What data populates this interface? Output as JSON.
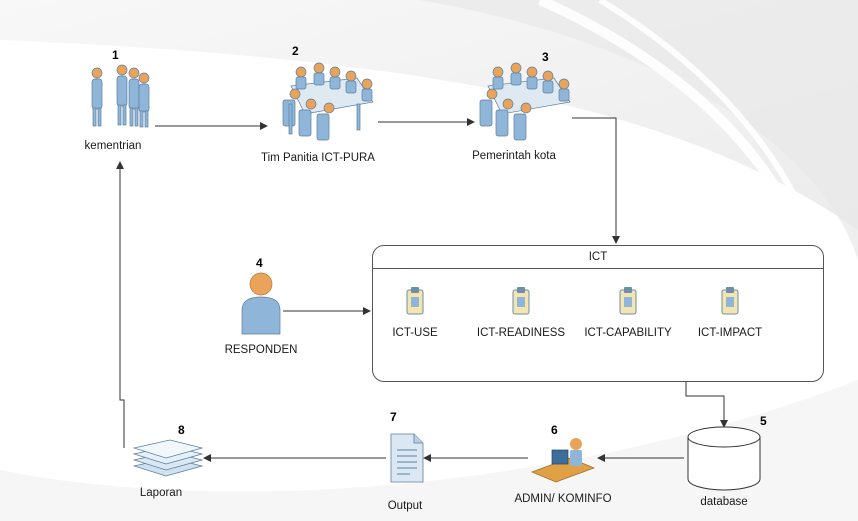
{
  "nodes": {
    "kementrian": {
      "number": "1",
      "label": "kementrian"
    },
    "tim_panitia": {
      "number": "2",
      "label": "Tim Panitia ICT-PURA"
    },
    "pemerintah_kota": {
      "number": "3",
      "label": "Pemerintah kota"
    },
    "responden": {
      "number": "4",
      "label": "RESPONDEN"
    },
    "database": {
      "number": "5",
      "label": "database"
    },
    "admin": {
      "number": "6",
      "label": "ADMIN/ KOMINFO"
    },
    "output": {
      "number": "7",
      "label": "Output"
    },
    "laporan": {
      "number": "8",
      "label": "Laporan"
    }
  },
  "ict": {
    "title": "ICT",
    "items": [
      "ICT-USE",
      "ICT-READINESS",
      "ICT-CAPABILITY",
      "ICT-IMPACT"
    ]
  },
  "icons": [
    "people-group-icon",
    "meeting-table-icon",
    "person-icon",
    "clipboard-icon",
    "database-icon",
    "workstation-icon",
    "document-icon",
    "document-stack-icon"
  ],
  "colors": {
    "figure_blue": "#8fb6d8",
    "figure_head": "#e9a35a",
    "line": "#333333"
  }
}
